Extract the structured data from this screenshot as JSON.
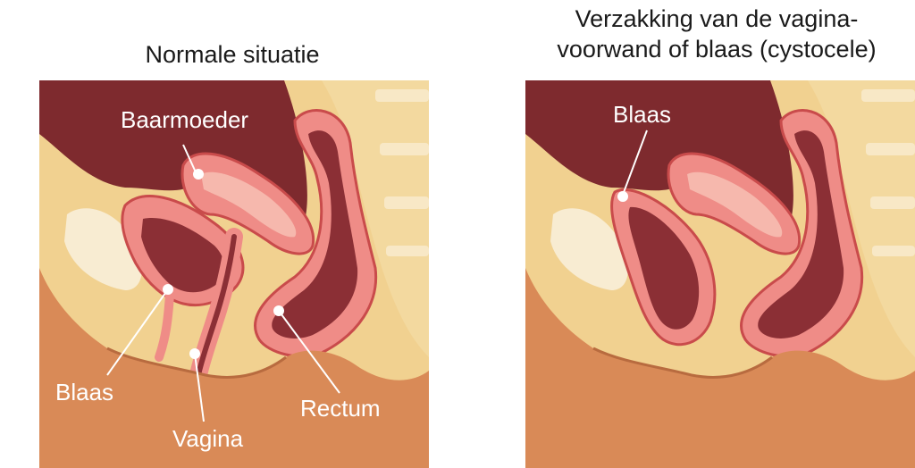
{
  "titles": {
    "left": "Normale situatie",
    "right_line1": "Verzakking van de vagina-",
    "right_line2": "voorwand of blaas (cystocele)"
  },
  "labels": {
    "baarmoeder": "Baarmoeder",
    "blaas_left": "Blaas",
    "vagina": "Vagina",
    "rectum": "Rectum",
    "blaas_right": "Blaas"
  },
  "colors": {
    "skin": "#d98a57",
    "fat": "#f1d190",
    "bone": "#f8e8c6",
    "cavity": "#7e2a2e",
    "organ_pink": "#ef8c87",
    "organ_light": "#f6b8ad",
    "rectum_dark": "#8b2f35",
    "outline": "#c94b4b"
  }
}
